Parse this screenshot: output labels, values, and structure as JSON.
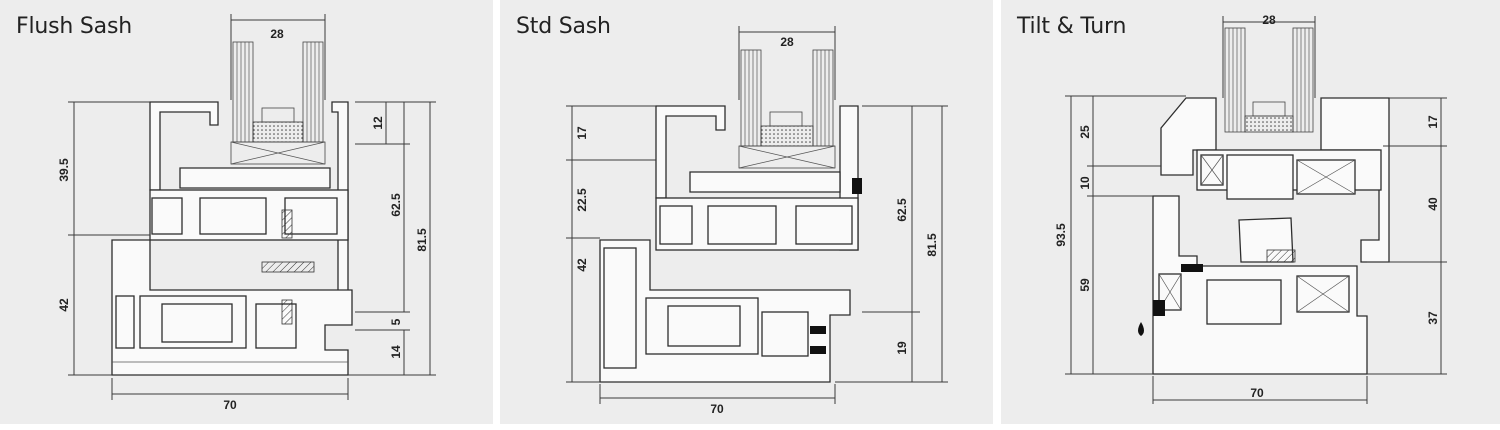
{
  "panels": [
    {
      "title": "Flush Sash",
      "dims": {
        "glass_width": "28",
        "sash_top": "39.5",
        "frame_bottom": "42",
        "bead": "12",
        "height_mid": "62.5",
        "height_total": "81.5",
        "step": "5",
        "base": "14",
        "width": "70"
      }
    },
    {
      "title": "Std Sash",
      "dims": {
        "glass_width": "28",
        "top": "17",
        "mid": "22.5",
        "lower": "42",
        "height_mid": "62.5",
        "height_total": "81.5",
        "base": "19",
        "width": "70"
      }
    },
    {
      "title": "Tilt & Turn",
      "dims": {
        "glass_width": "28",
        "top": "25",
        "gap": "10",
        "total": "93.5",
        "lower": "59",
        "right_top": "17",
        "right_mid": "40",
        "right_low": "37",
        "width": "70"
      }
    }
  ]
}
